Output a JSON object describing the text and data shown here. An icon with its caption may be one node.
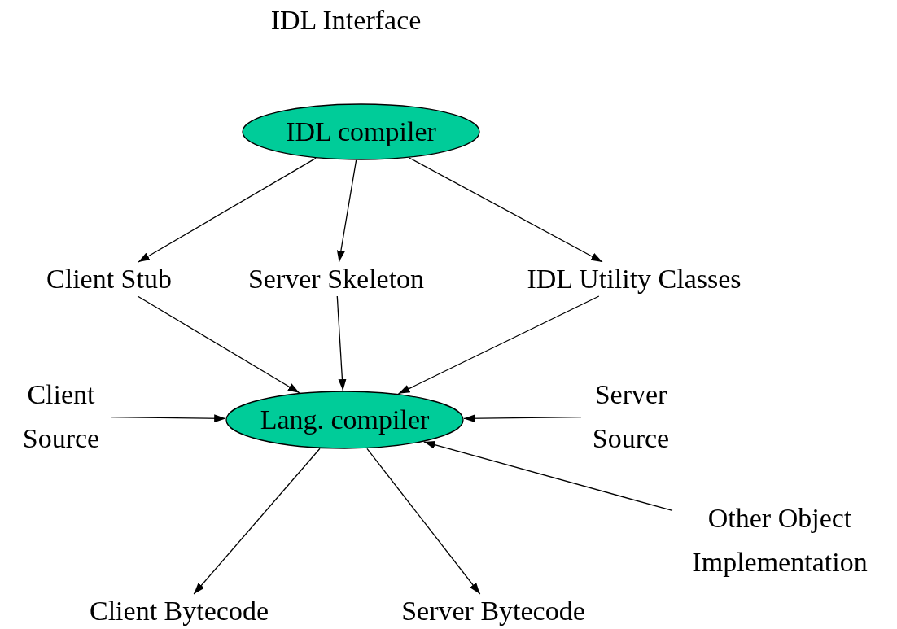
{
  "diagram": {
    "nodes": [
      {
        "text": [
          "IDL compiler"
        ]
      },
      {
        "text": [
          "Client Stub"
        ]
      },
      {
        "text": [
          "Server Skeleton"
        ]
      },
      {
        "text": [
          "IDL Utility Classes"
        ]
      },
      {
        "text": [
          "Client Source"
        ]
      },
      {
        "text": [
          "Lang. compiler"
        ]
      },
      {
        "text": [
          "Server Source"
        ]
      },
      {
        "text": [
          "Other Object Implementation"
        ]
      },
      {
        "text": [
          "Client Bytecode"
        ]
      },
      {
        "text": [
          "Server Bytecode"
        ]
      }
    ],
    "edges": [
      {
        "from": 0,
        "to": 1,
        "arrow": "to"
      },
      {
        "from": 0,
        "to": 2,
        "arrow": "to"
      },
      {
        "from": 0,
        "to": 3,
        "arrow": "to"
      },
      {
        "from": 1,
        "to": 5,
        "arrow": "to"
      },
      {
        "from": 2,
        "to": 5,
        "arrow": "to"
      },
      {
        "from": 3,
        "to": 5,
        "arrow": "to"
      },
      {
        "from": 4,
        "to": 5,
        "arrow": "to"
      },
      {
        "from": 6,
        "to": 5,
        "arrow": "to"
      },
      {
        "from": 7,
        "to": 5,
        "arrow": "to"
      },
      {
        "from": 5,
        "to": 8,
        "arrow": "to"
      },
      {
        "from": 5,
        "to": 9,
        "arrow": "to"
      }
    ],
    "labels": [
      "IDL Interface"
    ]
  }
}
